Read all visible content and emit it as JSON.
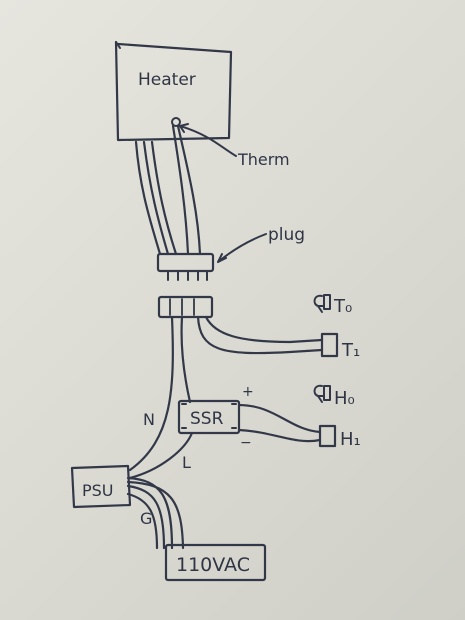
{
  "diagram": {
    "heater_label": "Heater",
    "therm_label": "Therm",
    "plug_label": "plug",
    "ssr_label": "SSR",
    "psu_label": "PSU",
    "mains_label": "110VAC",
    "neutral_label": "N",
    "line_label": "L",
    "ground_label": "G",
    "plus_label": "+",
    "minus_label": "−",
    "t0_label": "T₀",
    "t1_label": "T₁",
    "h0_label": "H₀",
    "h1_label": "H₁"
  },
  "colors": {
    "ink": "#323848",
    "paper": "#e2e2da"
  }
}
